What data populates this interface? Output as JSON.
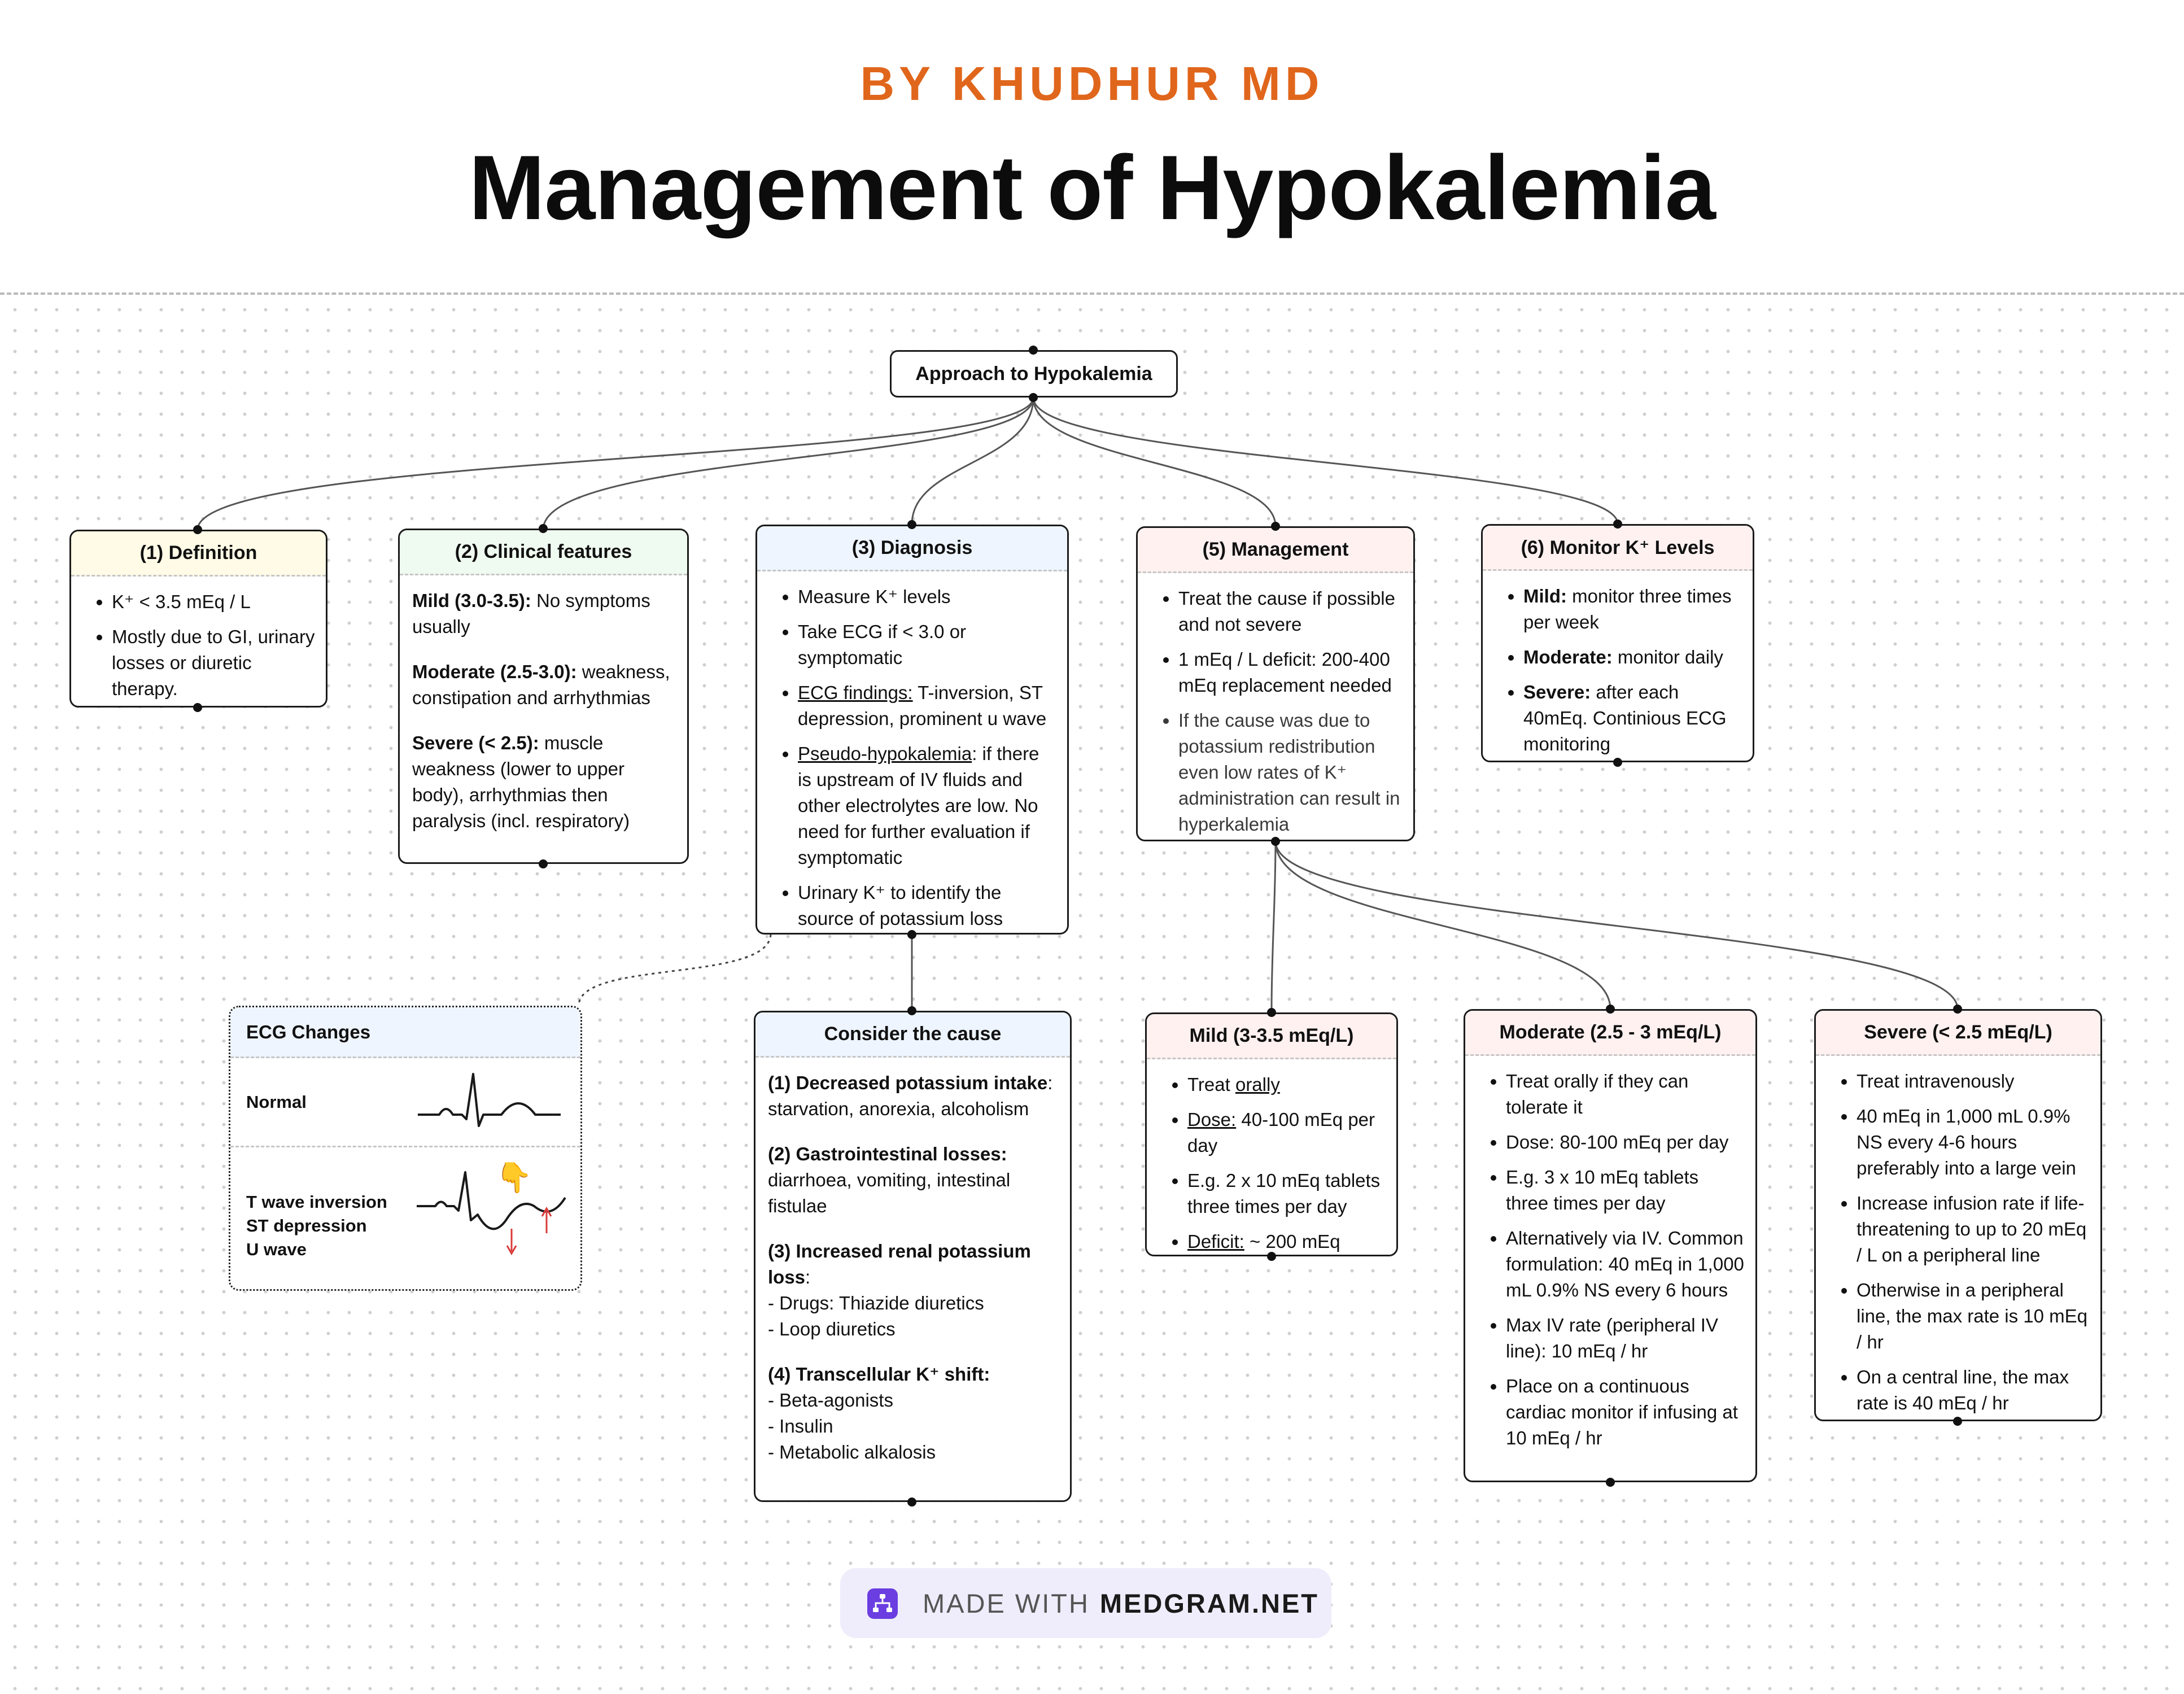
{
  "header": {
    "byline": "BY KHUDHUR MD",
    "title": "Management of Hypokalemia"
  },
  "root": {
    "label": "Approach to Hypokalemia"
  },
  "colors": {
    "accent": "#E0661C",
    "definition_header": "#FFFBE6",
    "clinical_header": "#EFFAF0",
    "diagnosis_header": "#EEF5FF",
    "management_header": "#FFF1F0",
    "arrow_red": "#D93A3A",
    "badge_bg": "#EFEDFB",
    "badge_icon": "#6A3EE0"
  },
  "definition": {
    "title": "(1) Definition",
    "items": [
      "K⁺ < 3.5 mEq / L",
      "Mostly due to GI, urinary losses or diuretic therapy."
    ]
  },
  "clinical": {
    "title": "(2) Clinical features",
    "mild_label": "Mild (3.0-3.5):",
    "mild_text": " No symptoms usually",
    "moderate_label": "Moderate (2.5-3.0):",
    "moderate_text": " weakness, constipation and arrhythmias",
    "severe_label": "Severe (< 2.5):",
    "severe_text": " muscle weakness (lower to upper body), arrhythmias then paralysis (incl. respiratory)"
  },
  "diagnosis": {
    "title": "(3) Diagnosis",
    "item1": "Measure K⁺ levels",
    "item2": "Take ECG if < 3.0 or symptomatic",
    "item3_label": "ECG findings:",
    "item3_text": " T-inversion, ST depression, prominent u wave",
    "item4_label": "Pseudo-hypokalemia",
    "item4_text": ": if there is upstream of IV fluids and other electrolytes are low. No need for further evaluation if symptomatic",
    "item5": "Urinary K⁺ to identify the source of potassium loss"
  },
  "management": {
    "title": "(5) Management",
    "items": [
      "Treat the cause if possible and not severe",
      "1 mEq / L deficit: 200-400 mEq replacement needed",
      "If the cause was due to potassium redistribution even low rates of K⁺ administration can result in hyperkalemia"
    ]
  },
  "monitor": {
    "title": "(6) Monitor K⁺ Levels",
    "mild_label": "Mild:",
    "mild_text": " monitor three times per week",
    "moderate_label": "Moderate:",
    "moderate_text": " monitor daily",
    "severe_label": "Severe:",
    "severe_text": " after each 40mEq. Continious ECG monitoring"
  },
  "ecg": {
    "title": "ECG Changes",
    "normal_label": "Normal",
    "abnormal_line1": "T wave inversion",
    "abnormal_line2": "ST depression",
    "abnormal_line3": "U wave",
    "pointer_emoji": "👇"
  },
  "cause": {
    "title": "Consider the cause",
    "s1_label": "(1) Decreased potassium intake",
    "s1_text": ": starvation, anorexia, alcoholism",
    "s2_label": "(2) Gastrointestinal losses:",
    "s2_text": " diarrhoea, vomiting, intestinal fistulae",
    "s3_label": "(3) Increased renal potassium loss",
    "s3_text": ":",
    "s3_lines": [
      "- Drugs: Thiazide diuretics",
      "- Loop diuretics"
    ],
    "s4_label": "(4) Transcellular K⁺ shift:",
    "s4_lines": [
      "- Beta-agonists",
      "- Insulin",
      "- Metabolic alkalosis"
    ]
  },
  "mild": {
    "title": "Mild (3-3.5 mEq/L)",
    "item1_pre": "Treat ",
    "item1_u": "orally",
    "item2_label": "Dose:",
    "item2_text": " 40-100 mEq per day",
    "item3": "E.g. 2 x 10 mEq tablets three times per day",
    "item4_label": "Deficit:",
    "item4_text": " ~ 200 mEq"
  },
  "moderate": {
    "title": "Moderate (2.5 - 3 mEq/L)",
    "items": [
      "Treat orally if they can tolerate it",
      "Dose: 80-100 mEq per day",
      "E.g. 3 x 10 mEq tablets three times per day",
      "Alternatively via IV. Common formulation: 40 mEq in 1,000 mL 0.9% NS every 6 hours",
      "Max IV rate (peripheral IV line): 10 mEq / hr",
      "Place on a continuous cardiac monitor if infusing at 10 mEq / hr"
    ]
  },
  "severe": {
    "title": "Severe (< 2.5 mEq/L)",
    "items": [
      "Treat intravenously",
      "40 mEq in 1,000 mL 0.9% NS every 4-6 hours preferably into a large vein",
      "Increase infusion rate if life-threatening to up to 20 mEq / L on a peripheral line",
      "Otherwise in a peripheral line, the max rate is 10 mEq / hr",
      "On a central line, the max rate is 40 mEq / hr"
    ]
  },
  "badge": {
    "prefix": "MADE WITH",
    "brand": "MEDGRAM.NET",
    "icon": "medgram-logo-icon"
  }
}
